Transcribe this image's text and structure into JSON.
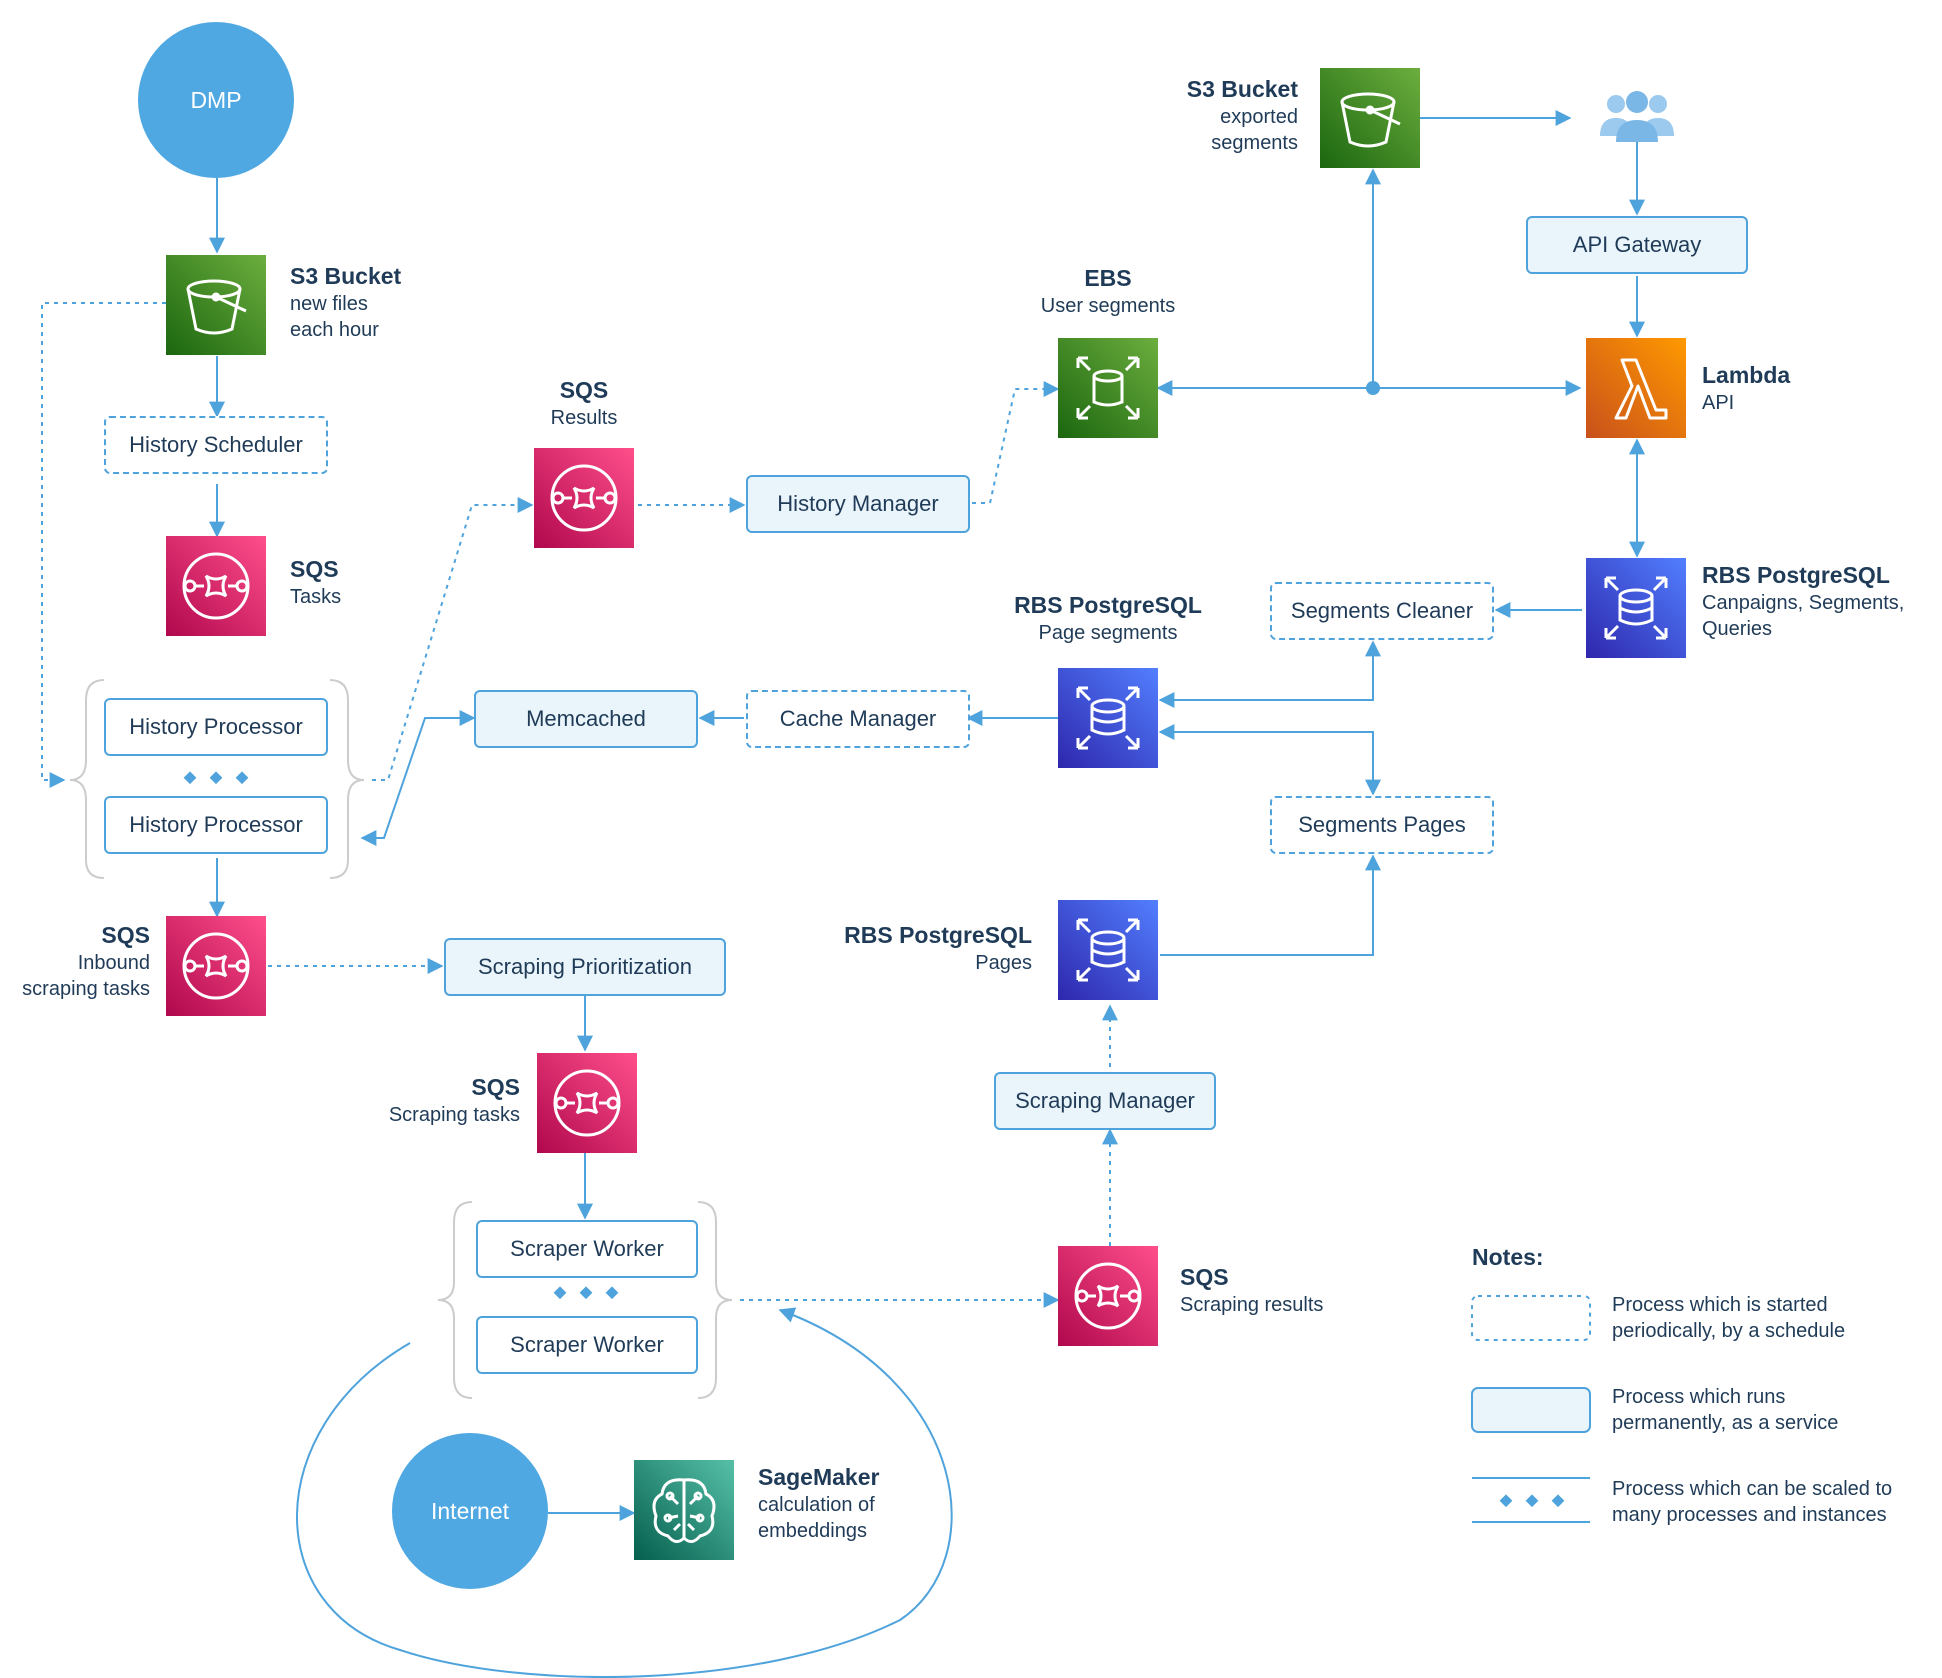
{
  "nodes": {
    "dmp": "DMP",
    "internet": "Internet",
    "s3_new": {
      "title": "S3 Bucket",
      "line1": "new files",
      "line2": "each hour"
    },
    "history_scheduler": "History Scheduler",
    "sqs_tasks": {
      "title": "SQS",
      "line1": "Tasks"
    },
    "history_processor_1": "History Processor",
    "history_processor_2": "History Processor",
    "sqs_inbound": {
      "title": "SQS",
      "line1": "Inbound",
      "line2": "scraping tasks"
    },
    "sqs_results": {
      "title": "SQS",
      "line1": "Results"
    },
    "history_manager": "History Manager",
    "memcached": "Memcached",
    "cache_manager": "Cache Manager",
    "scraping_prioritization": "Scraping Prioritization",
    "sqs_scraping_tasks": {
      "title": "SQS",
      "line1": "Scraping tasks"
    },
    "scraper_worker_1": "Scraper Worker",
    "scraper_worker_2": "Scraper Worker",
    "sagemaker": {
      "title": "SageMaker",
      "line1": "calculation of",
      "line2": "embeddings"
    },
    "ebs": {
      "title": "EBS",
      "line1": "User segments"
    },
    "s3_exported": {
      "title": "S3 Bucket",
      "line1": "exported",
      "line2": "segments"
    },
    "api_gateway": "API Gateway",
    "lambda": {
      "title": "Lambda",
      "line1": "API"
    },
    "rds_campaigns": {
      "title": "RBS PostgreSQL",
      "line1": "Canpaigns, Segments,",
      "line2": "Queries"
    },
    "segments_cleaner": "Segments Cleaner",
    "rds_page_segments": {
      "title": "RBS PostgreSQL",
      "line1": "Page segments"
    },
    "segments_pages": "Segments Pages",
    "rds_pages": {
      "title": "RBS PostgreSQL",
      "line1": "Pages"
    },
    "scraping_manager": "Scraping Manager",
    "sqs_scraping_results": {
      "title": "SQS",
      "line1": "Scraping results"
    }
  },
  "notes": {
    "title": "Notes:",
    "scheduled": {
      "line1": "Process which is started",
      "line2": "periodically, by a schedule"
    },
    "service": {
      "line1": "Process which runs",
      "line2": "permanently, as a service"
    },
    "scaled": {
      "line1": "Process which can be scaled to",
      "line2": "many processes and instances"
    }
  },
  "colors": {
    "line": "#4fa3dc",
    "text": "#1f3b57",
    "circle": "#4fa8e2",
    "s3_green": "#3f8624",
    "sqs_pink": "#d6245c",
    "rds_blue": "#3b48cc",
    "lambda_orange": "#e7690d",
    "sagemaker_teal": "#137e6b",
    "brace": "#cccccc"
  },
  "icons": {
    "s3": "bucket-icon",
    "sqs": "queue-icon",
    "rds": "database-icon",
    "ebs": "volume-icon",
    "lambda": "lambda-icon",
    "sagemaker": "brain-icon",
    "users": "users-icon"
  }
}
